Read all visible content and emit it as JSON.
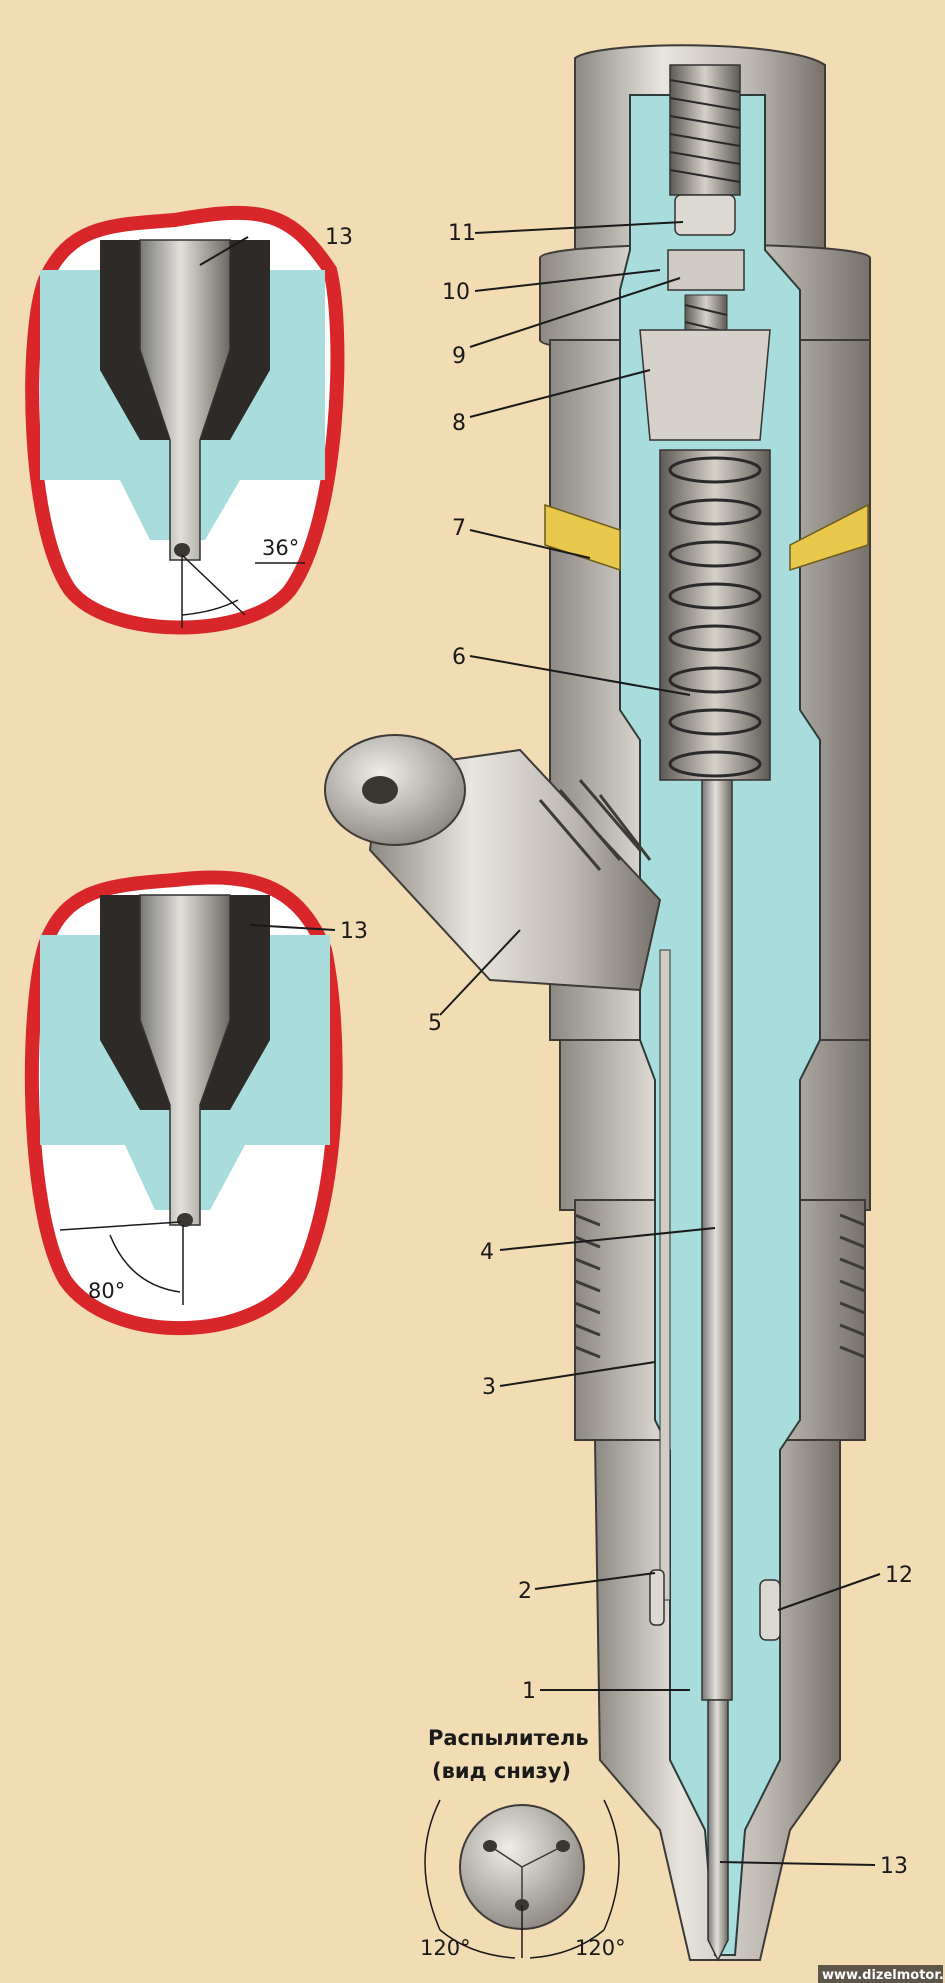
{
  "diagram": {
    "callouts": [
      {
        "id": "11",
        "text": "11"
      },
      {
        "id": "10",
        "text": "10"
      },
      {
        "id": "9",
        "text": "9"
      },
      {
        "id": "8",
        "text": "8"
      },
      {
        "id": "7",
        "text": "7"
      },
      {
        "id": "6",
        "text": "6"
      },
      {
        "id": "5",
        "text": "5"
      },
      {
        "id": "4",
        "text": "4"
      },
      {
        "id": "3",
        "text": "3"
      },
      {
        "id": "2",
        "text": "2"
      },
      {
        "id": "12",
        "text": "12"
      },
      {
        "id": "1",
        "text": "1"
      },
      {
        "id": "13-main",
        "text": "13"
      },
      {
        "id": "13-top",
        "text": "13"
      },
      {
        "id": "13-mid",
        "text": "13"
      }
    ],
    "angles": {
      "top_inset": "36°",
      "mid_inset": "80°",
      "bottom_left": "120°",
      "bottom_right": "120°"
    },
    "caption": {
      "line1": "Распылитель",
      "line2": "(вид снизу)"
    },
    "watermark": "www.dizelmotor.in",
    "colors": {
      "background": "#f1dcb4",
      "fuel_fill": "#a9dcdc",
      "metal": "#c9c4bc",
      "metal_dark": "#6e6a66",
      "inset_ring": "#d9262b",
      "washer": "#e8c84a"
    }
  }
}
